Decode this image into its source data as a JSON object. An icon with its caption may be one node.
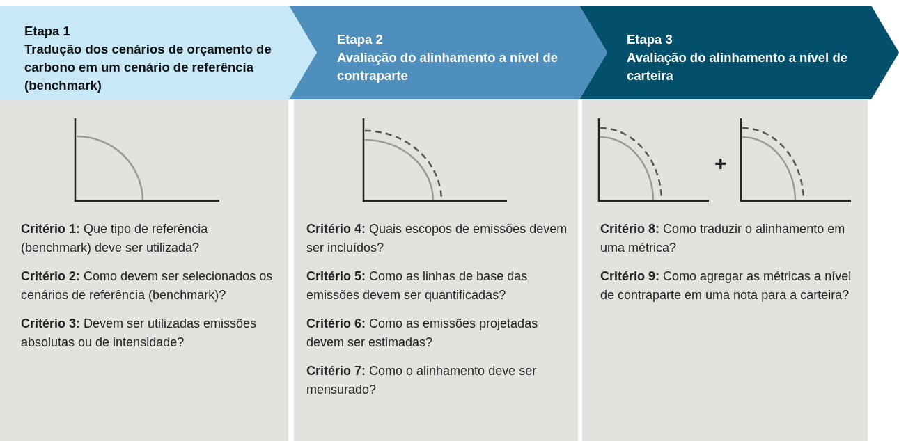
{
  "diagram": {
    "nodes": [
      {
        "text": [
          "Etapa 1",
          "Tradução dos cenários de orçamento de carbono em um cenário de referência (benchmark)"
        ]
      },
      {
        "text": [
          "Etapa 2",
          "Avaliação do alinhamento a nível de contraparte"
        ]
      },
      {
        "text": [
          "Etapa 3",
          "Avaliação do alinhamento a nível de carteira"
        ]
      },
      {
        "text": [
          "**Critério 1:** Que tipo de referência (benchmark) deve ser utilizada?",
          "**Critério 2:** Como devem ser selecionados os cenários de referência (benchmark)?",
          "**Critério 3:** Devem ser utilizadas emissões absolutas ou de intensidade?"
        ]
      },
      {
        "text": [
          "**Critério 4:** Quais escopos de emissões devem ser incluídos?",
          "**Critério 5:** Como as linhas de base das emissões devem ser quantificadas?",
          "**Critério 6:** Como as emissões projetadas devem ser estimadas?",
          "**Critério 7:** Como o alinhamento deve ser mensurado?"
        ]
      },
      {
        "text": [
          "**Critério 8:** Como traduzir o alinhamento em uma métrica?",
          "**Critério 9:** Como agregar as métricas a nível de contraparte em uma nota para a carteira?"
        ]
      }
    ],
    "edges": [],
    "labels": [
      "+"
    ]
  }
}
